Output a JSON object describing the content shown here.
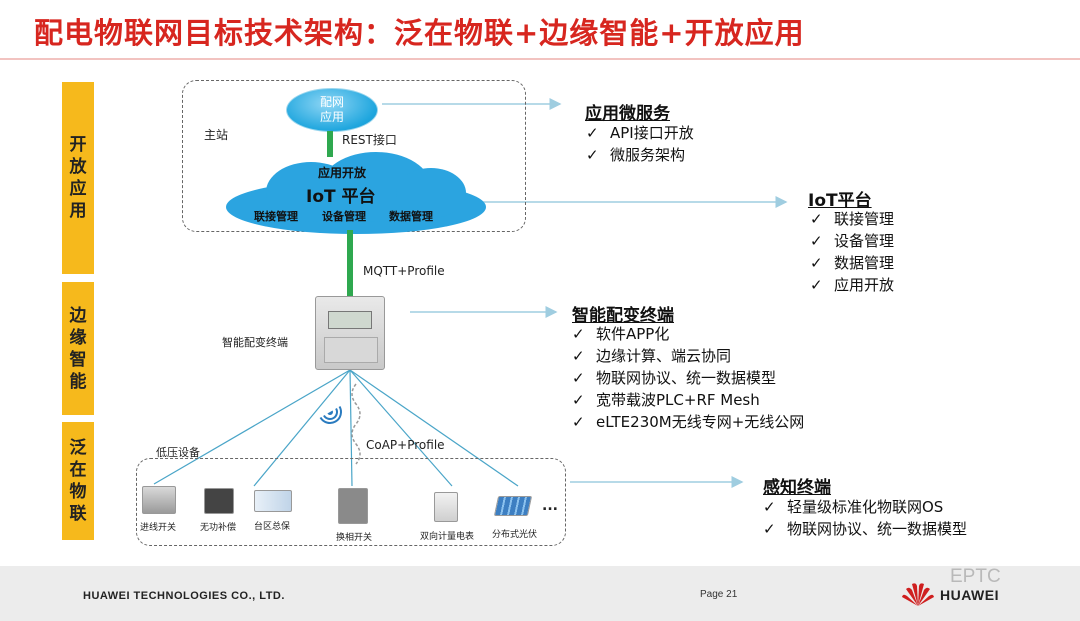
{
  "title": "配电物联网目标技术架构：泛在物联+边缘智能+开放应用",
  "layers": [
    {
      "lines": [
        "开",
        "放",
        "应",
        "用"
      ]
    },
    {
      "lines": [
        "边",
        "缘",
        "智",
        "能"
      ]
    },
    {
      "lines": [
        "泛",
        "在",
        "物",
        "联"
      ]
    }
  ],
  "master_station": {
    "label": "主站",
    "app_oval": [
      "配网",
      "应用"
    ],
    "rest_label": "REST接口",
    "cloud": {
      "top": "应用开放",
      "name": "IoT 平台",
      "items": [
        "联接管理",
        "设备管理",
        "数据管理"
      ]
    }
  },
  "mqtt_label": "MQTT+Profile",
  "terminal_label": "智能配变终端",
  "coap_label": "CoAP+Profile",
  "low_voltage_label": "低压设备",
  "devices": [
    "进线开关",
    "无功补偿",
    "台区总保",
    "换相开关",
    "双向计量电表",
    "分布式光伏"
  ],
  "ellipsis": "...",
  "right_panels": [
    {
      "title": "应用微服务",
      "items": [
        "API接口开放",
        "微服务架构"
      ]
    },
    {
      "title": "IoT平台",
      "items": [
        "联接管理",
        "设备管理",
        "数据管理",
        "应用开放"
      ]
    },
    {
      "title": "智能配变终端",
      "items": [
        "软件APP化",
        "边缘计算、端云协同",
        "物联网协议、统一数据模型",
        "宽带载波PLC+RF Mesh",
        "eLTE230M无线专网+无线公网"
      ]
    },
    {
      "title": "感知终端",
      "items": [
        "轻量级标准化物联网OS",
        "物联网协议、统一数据模型"
      ]
    }
  ],
  "footer": {
    "company": "HUAWEI TECHNOLOGIES CO., LTD.",
    "page": "Page 21",
    "watermark": "EPTC",
    "brand": "HUAWEI"
  },
  "colors": {
    "title": "#d7261f",
    "layer": "#f6b91c",
    "cloud": "#2ba4e0",
    "link": "#2fa84f",
    "arrow": "#9fcde0"
  }
}
